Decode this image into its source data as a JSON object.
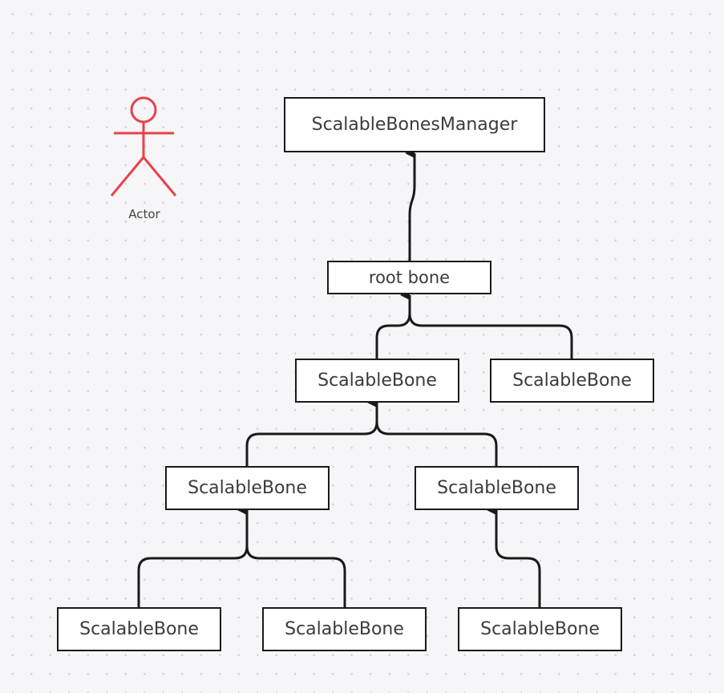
{
  "diagram": {
    "actor": {
      "label": "Actor",
      "color": "#e8424a"
    },
    "nodes": {
      "manager": "ScalableBonesManager",
      "root": "root bone",
      "bone_l1_left": "ScalableBone",
      "bone_l1_right": "ScalableBone",
      "bone_l2_left": "ScalableBone",
      "bone_l2_right": "ScalableBone",
      "bone_l3_a": "ScalableBone",
      "bone_l3_b": "ScalableBone",
      "bone_l3_c": "ScalableBone"
    },
    "edges": [
      [
        "root",
        "manager"
      ],
      [
        "bone_l1_left",
        "root"
      ],
      [
        "bone_l1_right",
        "root"
      ],
      [
        "bone_l2_left",
        "bone_l1_left"
      ],
      [
        "bone_l2_right",
        "bone_l1_left"
      ],
      [
        "bone_l3_a",
        "bone_l2_left"
      ],
      [
        "bone_l3_b",
        "bone_l2_left"
      ],
      [
        "bone_l3_c",
        "bone_l2_right"
      ]
    ],
    "line_color": "#1a1a1a",
    "box_border_color": "#1a1a1a",
    "text_color": "#3b3b3b"
  }
}
